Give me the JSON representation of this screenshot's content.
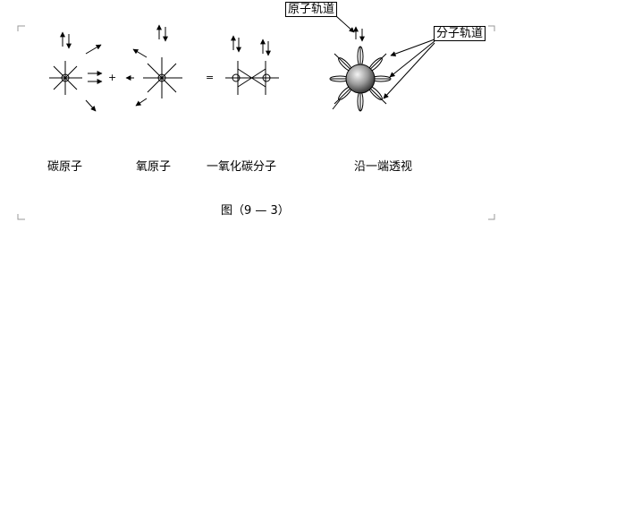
{
  "figure": {
    "callouts": {
      "atomic_orbital": "原子轨道",
      "molecular_orbital": "分子轨道"
    },
    "operators": {
      "plus": "+",
      "equals": "="
    },
    "labels": {
      "carbon_atom": "碳原子",
      "oxygen_atom": "氧原子",
      "co_molecule": "一氧化碳分子",
      "end_view": "沿一端透视"
    },
    "caption": "图（9 — 3）"
  }
}
